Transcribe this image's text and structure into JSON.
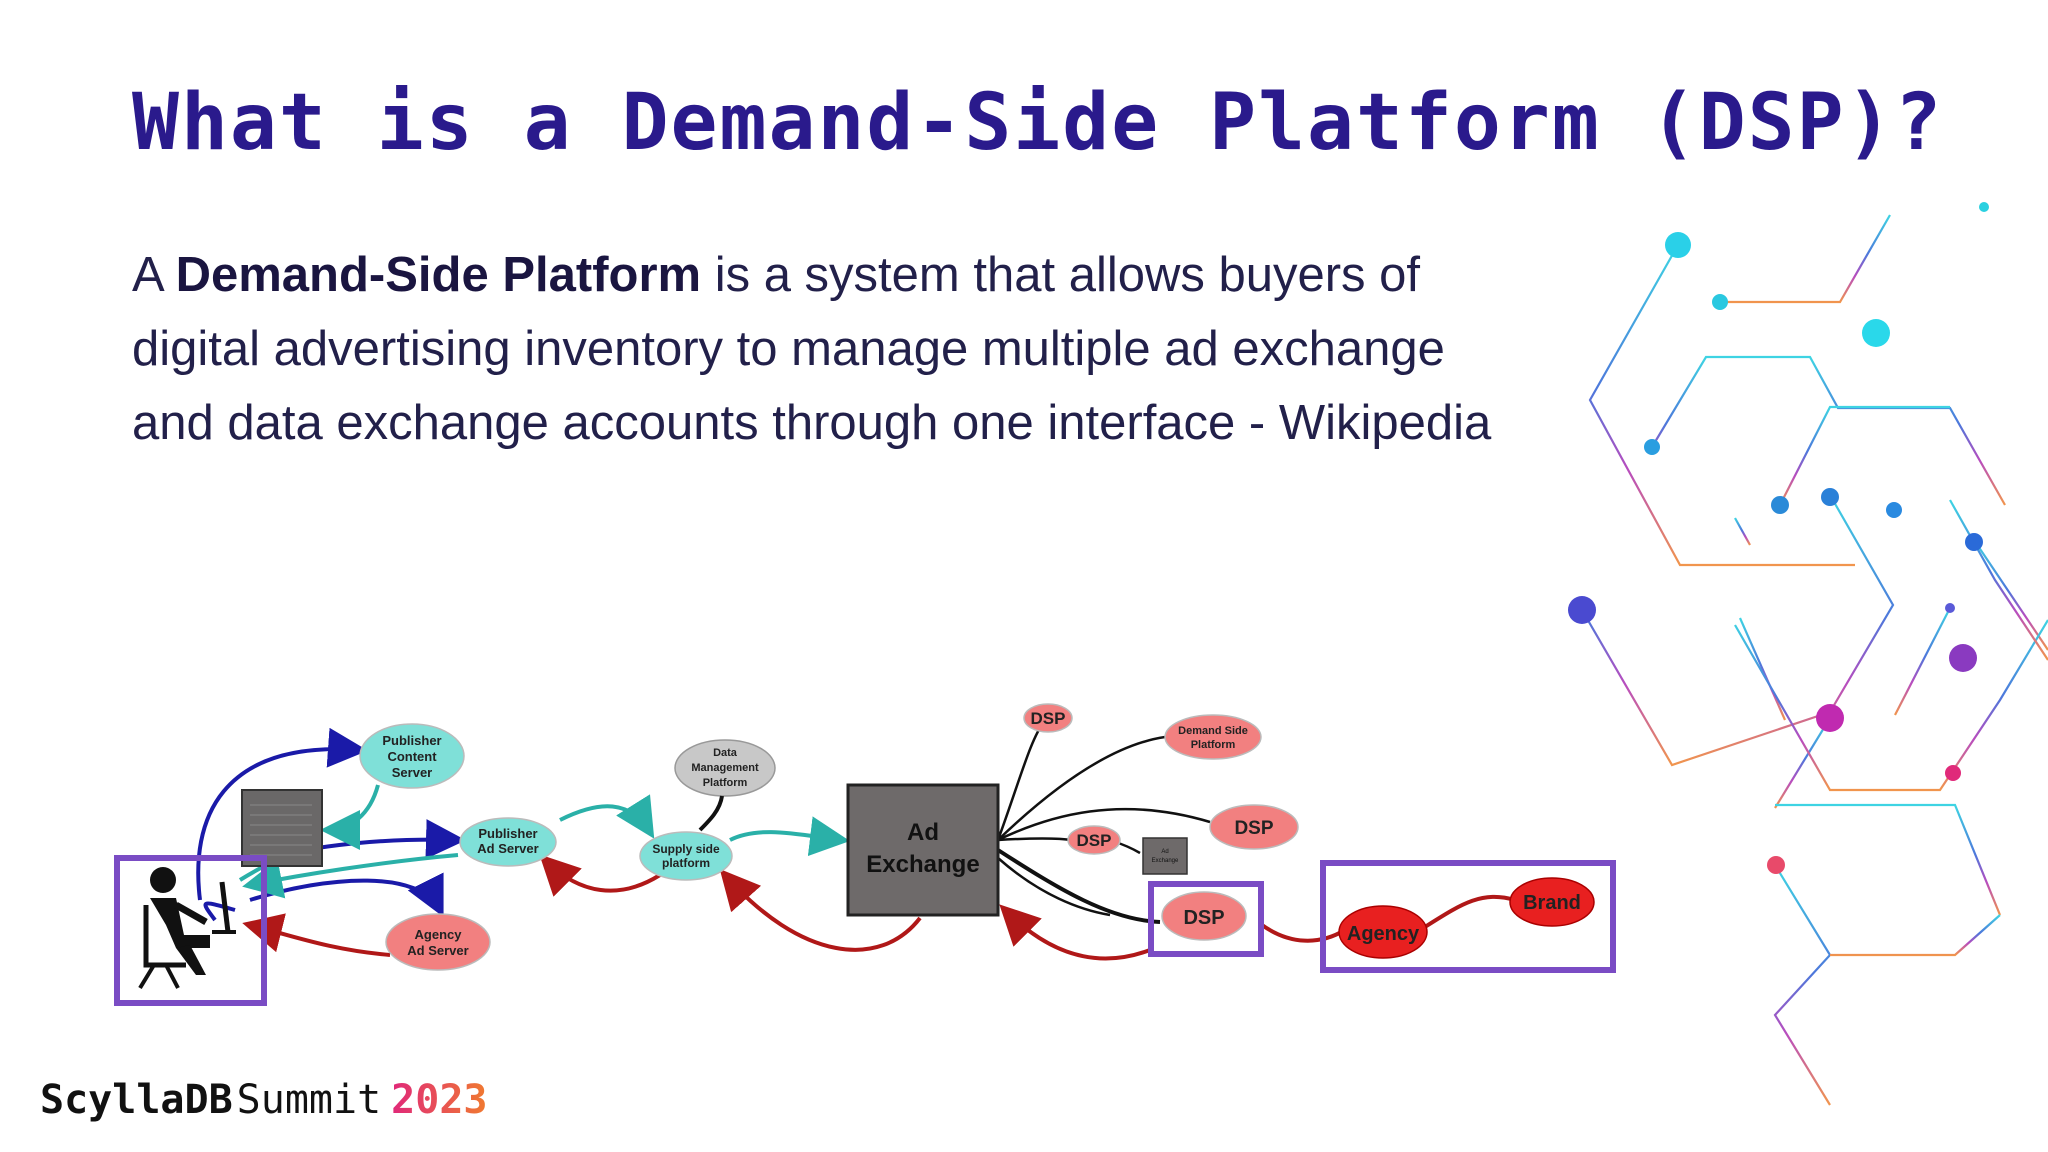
{
  "slide": {
    "title": "What is a Demand-Side Platform (DSP)?",
    "definition": {
      "prefix": "A ",
      "term": "Demand-Side Platform",
      "line1_rest": " is a system that allows buyers of",
      "line2": "digital advertising inventory to manage multiple ad exchange",
      "line3": "and data exchange accounts through one interface - Wikipedia"
    }
  },
  "diagram": {
    "nodes": {
      "publisher_content_server": [
        "Publisher",
        "Content",
        "Server"
      ],
      "publisher_ad_server": [
        "Publisher",
        "Ad Server"
      ],
      "agency_ad_server": [
        "Agency",
        "Ad Server"
      ],
      "data_management_platform": [
        "Data",
        "Management",
        "Platform"
      ],
      "supply_side_platform": [
        "Supply side",
        "platform"
      ],
      "ad_exchange": [
        "Ad",
        "Exchange"
      ],
      "dsp_top": "DSP",
      "demand_side_platform": [
        "Demand Side",
        "Platform"
      ],
      "dsp_middle_left": "DSP",
      "dsp_middle_right": "DSP",
      "small_ad_exchange": [
        "Ad",
        "Exchange"
      ],
      "dsp_highlighted": "DSP",
      "agency": "Agency",
      "brand": "Brand"
    },
    "user_icon": "person-at-computer-icon"
  },
  "colors": {
    "title": "#2a1a8c",
    "highlight_box": "#7a4cc4",
    "node_cyan": "#7fe0d8",
    "node_salmon": "#f28080",
    "node_red": "#e82020",
    "node_grey": "#c8c8c8",
    "ad_exchange_fill": "#6e6a6a",
    "edge_blue": "#1a1aa8",
    "edge_teal": "#2ab0a8",
    "edge_red": "#b01818"
  },
  "footer": {
    "brand": "ScyllaDB",
    "event": "Summit",
    "year": "2023"
  }
}
